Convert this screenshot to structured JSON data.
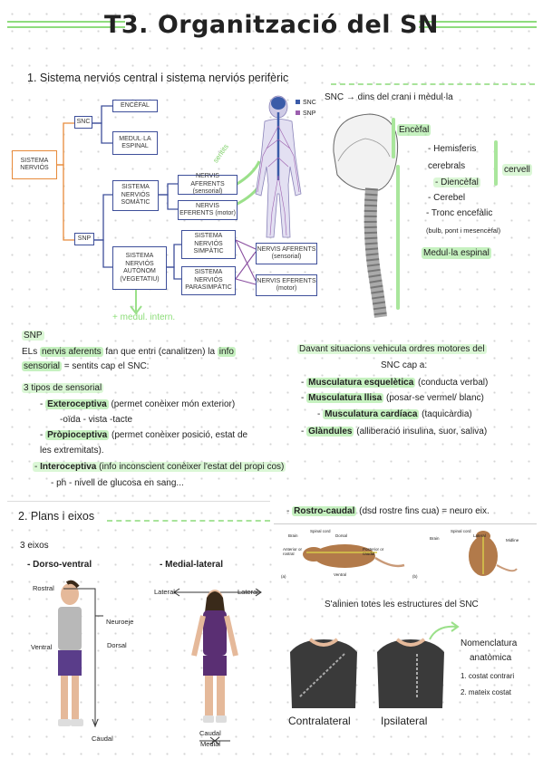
{
  "title": "T3. Organització del SN",
  "section1": {
    "heading": "1. Sistema nerviós central i sistema nerviós perifèric",
    "diagram": {
      "sistema_nervios": "SISTEMA NERVIÓS",
      "snc": "SNC",
      "snp": "SNP",
      "encefal": "ENCÈFAL",
      "medula": "MEDUL·LA ESPINAL",
      "somatic": "SISTEMA NERVIÓS SOMÀTIC",
      "autonom": "SISTEMA NERVIÓS AUTÒNOM (VEGETATIU)",
      "aferents_sens": "NERVIS AFERENTS (sensorial)",
      "eferents_mot": "NERVIS EFERENTS (motor)",
      "simpatic": "SISTEMA NERVIÓS SIMPÀTIC",
      "parasimpatic": "SISTEMA NERVIÓS PARASIMPÀTIC",
      "aferents2": "NERVIS AFERENTS (sensorial)",
      "eferents2": "NERVIS EFERENTS (motor)",
      "legend_snc": "SNC",
      "legend_snp": "SNP",
      "annot_sentits": "sentits",
      "annot_medul": "+ medul. intern."
    },
    "snc_def": "SNC → dins del crani i mèdul·la",
    "encefal_title": "Encèfal",
    "encefal_items": [
      "- Hemisferis",
      "cerebrals",
      "- Diencèfal",
      "- Cerebel",
      "- Tronc encefàlic"
    ],
    "cervell": "cervell",
    "tronc_note": "(bulb, pont i mesencèfal)",
    "medula_title": "Medul·la espinal"
  },
  "snp_block": {
    "label": "SNP",
    "p1_a": "ELs ",
    "p1_b": "nervis aferents",
    "p1_c": " fan que entri (canalitzen) la ",
    "p1_d": "info",
    "p1_e": "sensorial",
    "p1_f": " = sentits cap el SNC:",
    "tipos": "3 tipos de sensorial",
    "exter_b": "Exteroceptiva",
    "exter_r": " (permet conèixer món exterior)",
    "exter_sub": "-oïda - vista -tacte",
    "propio_b": "Pròpioceptiva",
    "propio_r": " (permet conèixer posició, estat de",
    "propio_r2": "les extremitats).",
    "intero_b": "Interoceptiva",
    "intero_r": " (info inconscient conèixer l'estat del propi cos)",
    "intero_sub": "- ph - nivell de glucosa en sang..."
  },
  "motor_block": {
    "intro1": "Davant situacions vehicula ordres motores del",
    "intro2": "SNC cap a:",
    "m1_b": "Musculatura esquelètica",
    "m1_r": " (conducta verbal)",
    "m2_b": "Musculatura llisa",
    "m2_r": " (posar-se vermel/ blanc)",
    "m3_b": "Musculatura cardíaca",
    "m3_r": " (taquicàrdia)",
    "m4_b": "Glàndules",
    "m4_r": " (alliberació insulina, suor, saliva)"
  },
  "section2": {
    "heading": "2. Plans i eixos",
    "eixos": "3 eixos",
    "dorso": "- Dorso-ventral",
    "medial": "- Medial-lateral",
    "rostro_b": "Rostro-caudal",
    "rostro_r": " (dsd rostre fins cua) = neuro eix.",
    "alinien": "S'alinien totes les estructures del SNC",
    "nomen1": "Nomenclatura",
    "nomen2": "anatòmica",
    "nom_item1": "1. costat contrari",
    "nom_item2": "2. mateix costat",
    "fig_dorso": {
      "rostral": "Rostral",
      "neuroeje": "Neuroeje",
      "ventral": "Ventral",
      "dorsal": "Dorsal",
      "caudal": "Caudal"
    },
    "fig_medial": {
      "lateral_l": "Lateral",
      "lateral_r": "Lateral",
      "caudal": "Caudal",
      "medial": "Medial"
    },
    "fig_rat": {
      "brain": "Brain",
      "spinal": "Spinal cord",
      "dorsal": "Dorsal",
      "anterior": "Anterior or rostral",
      "posterior": "Posterior or caudal",
      "ventral": "Ventral",
      "a": "(a)",
      "b": "(b)",
      "brain2": "Brain",
      "spinal2": "Spinal cord",
      "lateral": "Lateral",
      "midline": "Midline"
    },
    "contralateral": "Contralateral",
    "ipsilateral": "Ipsilateral"
  },
  "colors": {
    "highlight": "#a0e896",
    "box_blue": "#3e4f9a",
    "box_orange": "#e78a3a",
    "arrow_purple": "#8a4fa0"
  }
}
